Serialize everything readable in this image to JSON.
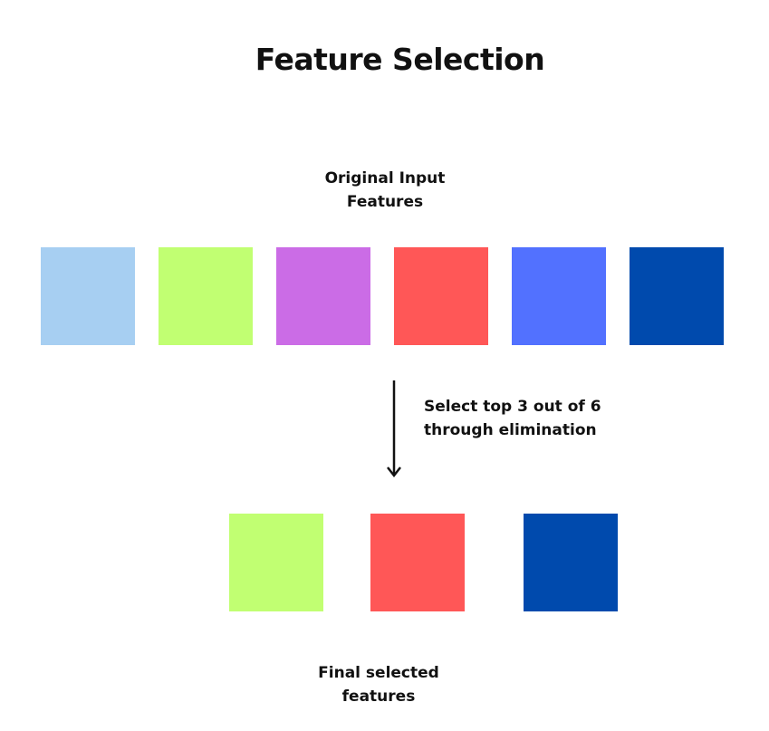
{
  "title": "Feature Selection",
  "original": {
    "caption_lines": [
      "Original Input",
      "Features"
    ],
    "features": [
      {
        "color": "#a7cff2"
      },
      {
        "color": "#c1ff72"
      },
      {
        "color": "#cb6ce6"
      },
      {
        "color": "#ff5757"
      },
      {
        "color": "#5271ff"
      },
      {
        "color": "#004aad"
      }
    ]
  },
  "step": {
    "caption_lines": [
      "Select top 3 out of 6",
      "through elimination"
    ],
    "icon": "down-arrow-icon"
  },
  "selected": {
    "caption_lines": [
      "Final selected",
      "features"
    ],
    "features": [
      {
        "color": "#c1ff72"
      },
      {
        "color": "#ff5757"
      },
      {
        "color": "#004aad"
      }
    ]
  }
}
